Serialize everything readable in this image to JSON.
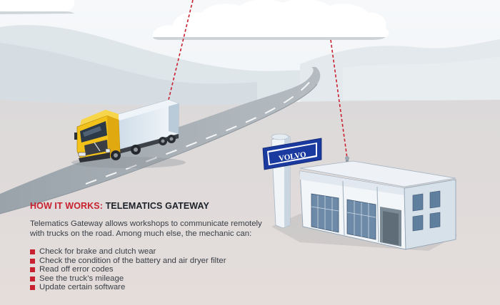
{
  "heading": {
    "prefix": "HOW IT WORKS:",
    "title": "TELEMATICS GATEWAY",
    "prefix_color": "#c8202e"
  },
  "description": "Telematics Gateway allows workshops to communicate remotely with trucks on the road. Among much else, the mechanic can:",
  "bullets": [
    "Check for brake and clutch wear",
    "Check the condition of the battery and air dryer filter",
    "Read off error codes",
    "See the truck’s mileage",
    "Update certain software"
  ],
  "sign": {
    "brand": "VOLVO",
    "brand_color": "#1a3aa0"
  },
  "colors": {
    "sky": "#eef3f6",
    "ground": "#e1dbd8",
    "road": "#a7aeb4",
    "truck_cab": "#f2c21a",
    "signal_line": "#c8202e"
  }
}
